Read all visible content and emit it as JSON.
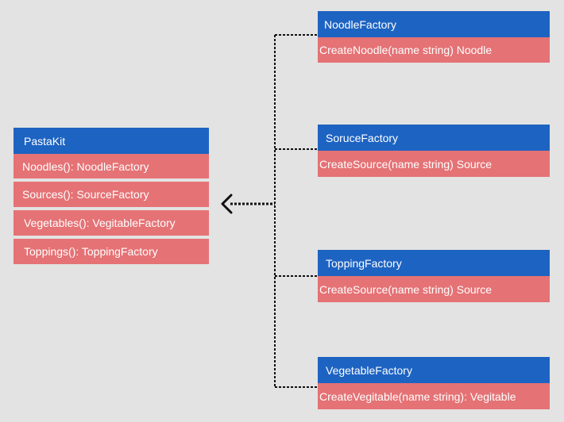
{
  "pastakit": {
    "title": "PastaKit",
    "methods": [
      "Noodles(): NoodleFactory",
      "Sources(): SourceFactory",
      "Vegetables(): VegitableFactory",
      "Toppings(): ToppingFactory"
    ]
  },
  "factories": [
    {
      "title": "NoodleFactory",
      "method": "CreateNoodle(name string) Noodle"
    },
    {
      "title": "SoruceFactory",
      "method": "CreateSource(name string) Source"
    },
    {
      "title": "ToppingFactory",
      "method": "CreateSource(name string) Source"
    },
    {
      "title": "VegetableFactory",
      "method": "CreateVegitable(name string): Vegitable"
    }
  ],
  "colors": {
    "header": "#1d63c2",
    "method": "#e57275",
    "background": "#e3e3e3",
    "connector": "#111111"
  }
}
